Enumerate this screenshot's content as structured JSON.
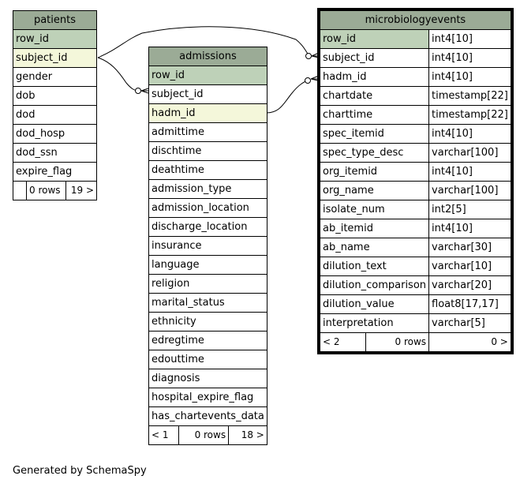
{
  "footer": "Generated by SchemaSpy",
  "patients": {
    "title": "patients",
    "rows": [
      "row_id",
      "subject_id",
      "gender",
      "dob",
      "dod",
      "dod_hosp",
      "dod_ssn",
      "expire_flag"
    ],
    "footer": {
      "left": "",
      "middle": "0 rows",
      "right": "19 >"
    }
  },
  "admissions": {
    "title": "admissions",
    "rows": [
      "row_id",
      "subject_id",
      "hadm_id",
      "admittime",
      "dischtime",
      "deathtime",
      "admission_type",
      "admission_location",
      "discharge_location",
      "insurance",
      "language",
      "religion",
      "marital_status",
      "ethnicity",
      "edregtime",
      "edouttime",
      "diagnosis",
      "hospital_expire_flag",
      "has_chartevents_data"
    ],
    "footer": {
      "left": "< 1",
      "middle": "0 rows",
      "right": "18 >"
    }
  },
  "microbiologyevents": {
    "title": "microbiologyevents",
    "rows": [
      {
        "name": "row_id",
        "type": "int4[10]"
      },
      {
        "name": "subject_id",
        "type": "int4[10]"
      },
      {
        "name": "hadm_id",
        "type": "int4[10]"
      },
      {
        "name": "chartdate",
        "type": "timestamp[22]"
      },
      {
        "name": "charttime",
        "type": "timestamp[22]"
      },
      {
        "name": "spec_itemid",
        "type": "int4[10]"
      },
      {
        "name": "spec_type_desc",
        "type": "varchar[100]"
      },
      {
        "name": "org_itemid",
        "type": "int4[10]"
      },
      {
        "name": "org_name",
        "type": "varchar[100]"
      },
      {
        "name": "isolate_num",
        "type": "int2[5]"
      },
      {
        "name": "ab_itemid",
        "type": "int4[10]"
      },
      {
        "name": "ab_name",
        "type": "varchar[30]"
      },
      {
        "name": "dilution_text",
        "type": "varchar[10]"
      },
      {
        "name": "dilution_comparison",
        "type": "varchar[20]"
      },
      {
        "name": "dilution_value",
        "type": "float8[17,17]"
      },
      {
        "name": "interpretation",
        "type": "varchar[5]"
      }
    ],
    "footer": {
      "left": "< 2",
      "middle": "0 rows",
      "right": "0 >"
    }
  },
  "colors": {
    "header": "#9bab96",
    "primary_key": "#bed1b8",
    "foreign_key": "#f4f7da"
  }
}
